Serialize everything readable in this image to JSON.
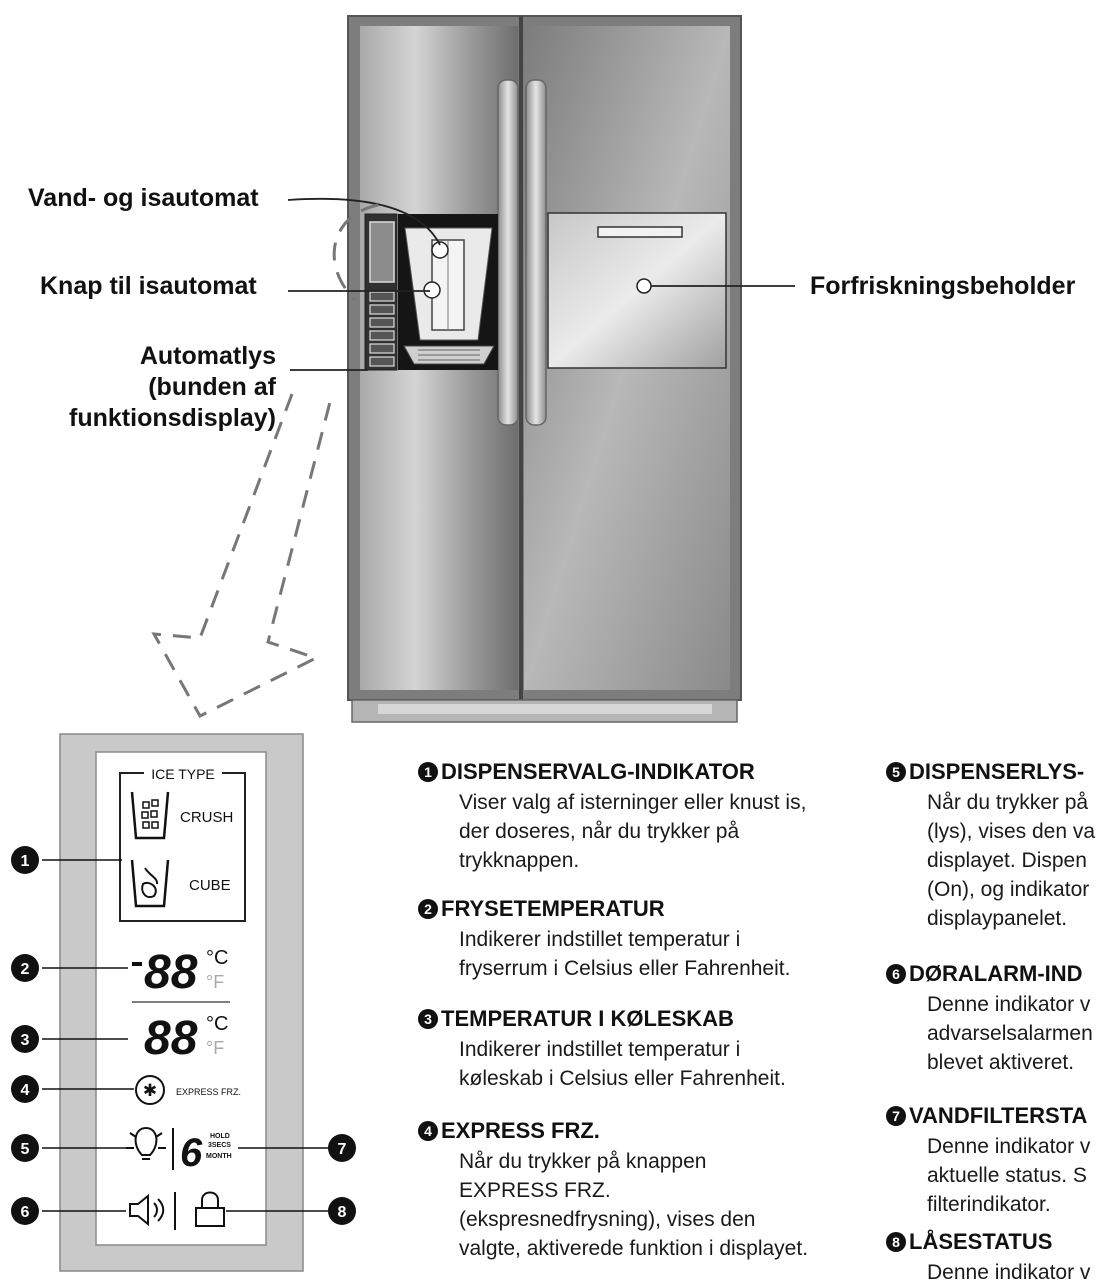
{
  "callouts": {
    "water_ice": "Vand- og isautomat",
    "ice_button": "Knap til isautomat",
    "light_line1": "Automatlys",
    "light_line2": "(bunden af",
    "light_line3": "funktionsdisplay)",
    "refresh": "Forfriskningsbeholder"
  },
  "panel": {
    "ice_type": "ICE TYPE",
    "crush": "CRUSH",
    "cube": "CUBE",
    "digits": "88",
    "celsius": "°C",
    "fahrenheit": "°F",
    "express": "EXPRESS FRZ.",
    "filter_digit": "6",
    "filter_hold": "HOLD",
    "filter_secs": "3SECS",
    "filter_month": "MONTH",
    "markers": [
      "1",
      "2",
      "3",
      "4",
      "5",
      "6",
      "7",
      "8"
    ]
  },
  "sections": [
    {
      "num": "1",
      "title": "DISPENSERVALG-INDIKATOR",
      "lines": [
        "Viser valg af isterninger eller knust is,",
        "der doseres, når du trykker på",
        "trykknappen."
      ]
    },
    {
      "num": "2",
      "title": "FRYSETEMPERATUR",
      "lines": [
        "Indikerer indstillet temperatur i",
        "fryserrum i Celsius eller Fahrenheit."
      ]
    },
    {
      "num": "3",
      "title": "TEMPERATUR I KØLESKAB",
      "lines": [
        "Indikerer indstillet temperatur i",
        "køleskab i Celsius eller Fahrenheit."
      ]
    },
    {
      "num": "4",
      "title": "EXPRESS FRZ.",
      "lines": [
        "Når du trykker på knappen",
        "EXPRESS FRZ.",
        "(ekspresnedfrysning), vises den",
        "valgte, aktiverede funktion i displayet."
      ]
    },
    {
      "num": "5",
      "title": "DISPENSERLYS-",
      "lines": [
        "Når du trykker på",
        "(lys), vises den va",
        "displayet. Dispen",
        "(On), og indikator",
        "displaypanelet."
      ]
    },
    {
      "num": "6",
      "title": "DØRALARM-IND",
      "lines": [
        "Denne indikator v",
        "advarselsalarmen",
        "blevet aktiveret."
      ]
    },
    {
      "num": "7",
      "title": "VANDFILTERSTA",
      "lines": [
        "Denne indikator v",
        "aktuelle status. S",
        "filterindikator."
      ]
    },
    {
      "num": "8",
      "title": "LÅSESTATUS",
      "lines": [
        "Denne indikator v"
      ]
    }
  ]
}
